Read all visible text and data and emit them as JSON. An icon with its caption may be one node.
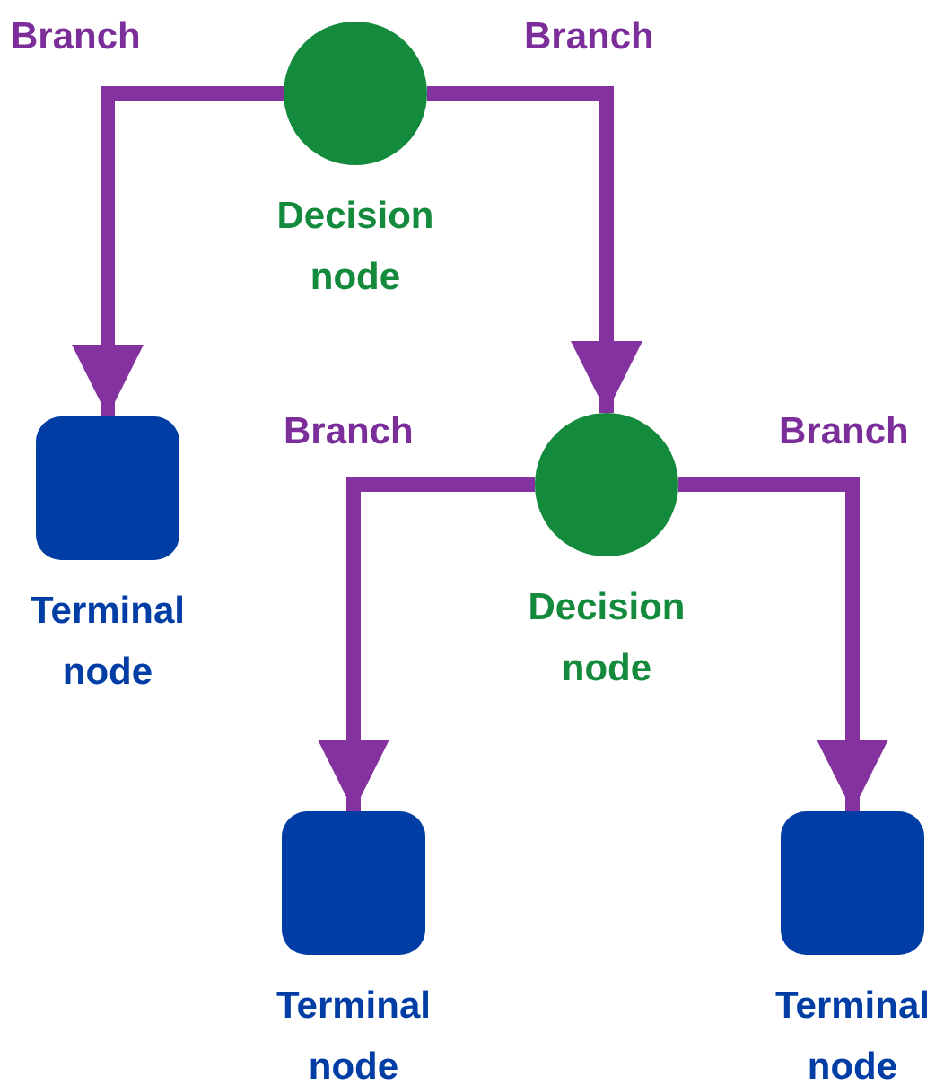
{
  "diagram": {
    "nodes": [
      {
        "text": [],
        "shape": "circle",
        "beside": [
          "Decision node"
        ]
      },
      {
        "text": [],
        "shape": "box",
        "beside": [
          "Terminal node"
        ]
      },
      {
        "text": [],
        "shape": "circle",
        "beside": [
          "Decision node"
        ]
      },
      {
        "text": [],
        "shape": "box",
        "beside": [
          "Terminal node"
        ]
      },
      {
        "text": [],
        "shape": "box",
        "beside": [
          "Terminal node"
        ]
      }
    ],
    "edges": [
      {
        "from": 0,
        "to": 1,
        "arrow": "to",
        "label": "Branch"
      },
      {
        "from": 0,
        "to": 2,
        "arrow": "to",
        "label": "Branch"
      },
      {
        "from": 2,
        "to": 3,
        "arrow": "to",
        "label": "Branch"
      },
      {
        "from": 2,
        "to": 4,
        "arrow": "to",
        "label": "Branch"
      }
    ]
  }
}
